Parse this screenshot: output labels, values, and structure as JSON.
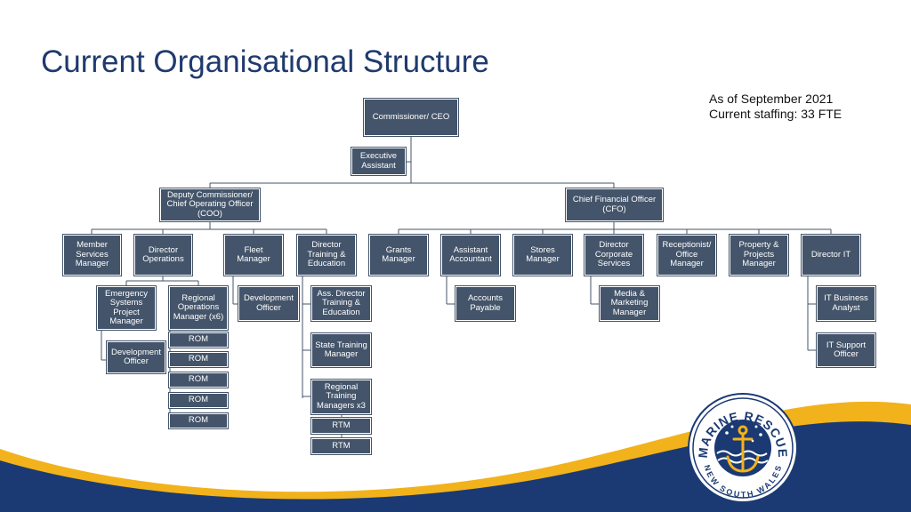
{
  "title": "Current Organisational Structure",
  "note": {
    "line1": "As of September 2021",
    "line2": "Current staffing: 33 FTE"
  },
  "nodes": {
    "ceo": "Commissioner/ CEO",
    "ea": "Executive\nAssistant",
    "coo": "Deputy Commissioner/\nChief Operating Officer\n(COO)",
    "cfo": "Chief Financial Officer\n(CFO)",
    "msm": "Member\nServices\nManager",
    "dops": "Director\nOperations",
    "fleet": "Fleet Manager",
    "dte": "Director\nTraining &\nEducation",
    "espm": "Emergency\nSystems\nProject\nManager",
    "rom_mgr": "Regional\nOperations\nManager (x6)",
    "dev1": "Development\nOfficer",
    "rom": "ROM",
    "dev2": "Development\nOfficer",
    "adte": "Ass. Director\nTraining &\nEducation",
    "stm": "State Training\nManager",
    "rtm_mgr": "Regional\nTraining\nManagers x3",
    "rtm": "RTM",
    "grants": "Grants\nManager",
    "asst_acc": "Assistant\nAccountant",
    "stores": "Stores\nManager",
    "dcs": "Director\nCorporate\nServices",
    "recep": "Receptionist/\nOffice Manager",
    "ppm": "Property &\nProjects\nManager",
    "dit": "Director IT",
    "ap": "Accounts\nPayable",
    "mmm": "Media &\nMarketing\nManager",
    "itba": "IT Business\nAnalyst",
    "itso": "IT Support\nOfficer"
  },
  "logo": {
    "top": "MARINE RESCUE",
    "bottom": "NEW SOUTH WALES"
  },
  "colors": {
    "box": "#44546a",
    "title": "#1f3a6e",
    "navy": "#1b3a73",
    "gold": "#f2b21b"
  }
}
